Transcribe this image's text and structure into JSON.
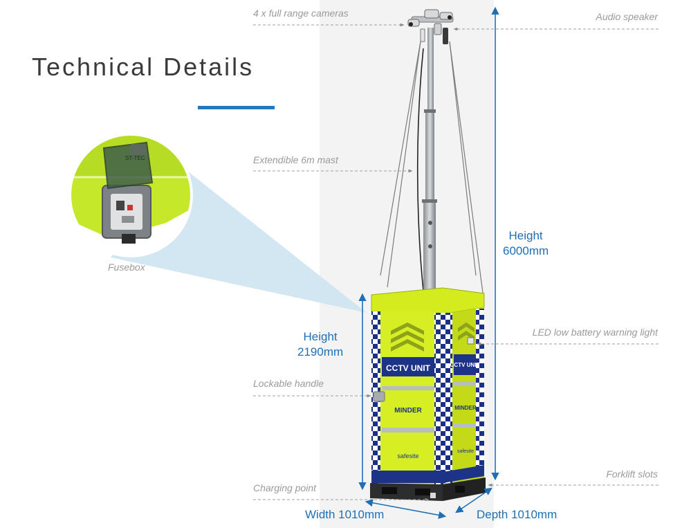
{
  "title": "Technical Details",
  "accent_color": "#1f7ac1",
  "dimension_color": "#1f6fb5",
  "callouts": {
    "cameras": "4 x full range cameras",
    "audio_speaker": "Audio speaker",
    "mast": "Extendible 6m mast",
    "fusebox": "Fusebox",
    "led_warning": "LED low battery warning light",
    "lockable_handle": "Lockable handle",
    "forklift_slots": "Forklift slots",
    "charging_point": "Charging point"
  },
  "dimensions": {
    "total_height_label": "Height",
    "total_height_value": "6000mm",
    "unit_height_label": "Height",
    "unit_height_value": "2190mm",
    "width": "Width 1010mm",
    "depth": "Depth 1010mm"
  },
  "unit_text": {
    "front_sign": "CCTV UNIT",
    "side_sign": "CCTV UNIT",
    "brand": "MINDER",
    "brand_side": "MINDER",
    "logo_text": "safesite",
    "logo_side": "safesite"
  },
  "fusebox_label": "ST-TEC"
}
